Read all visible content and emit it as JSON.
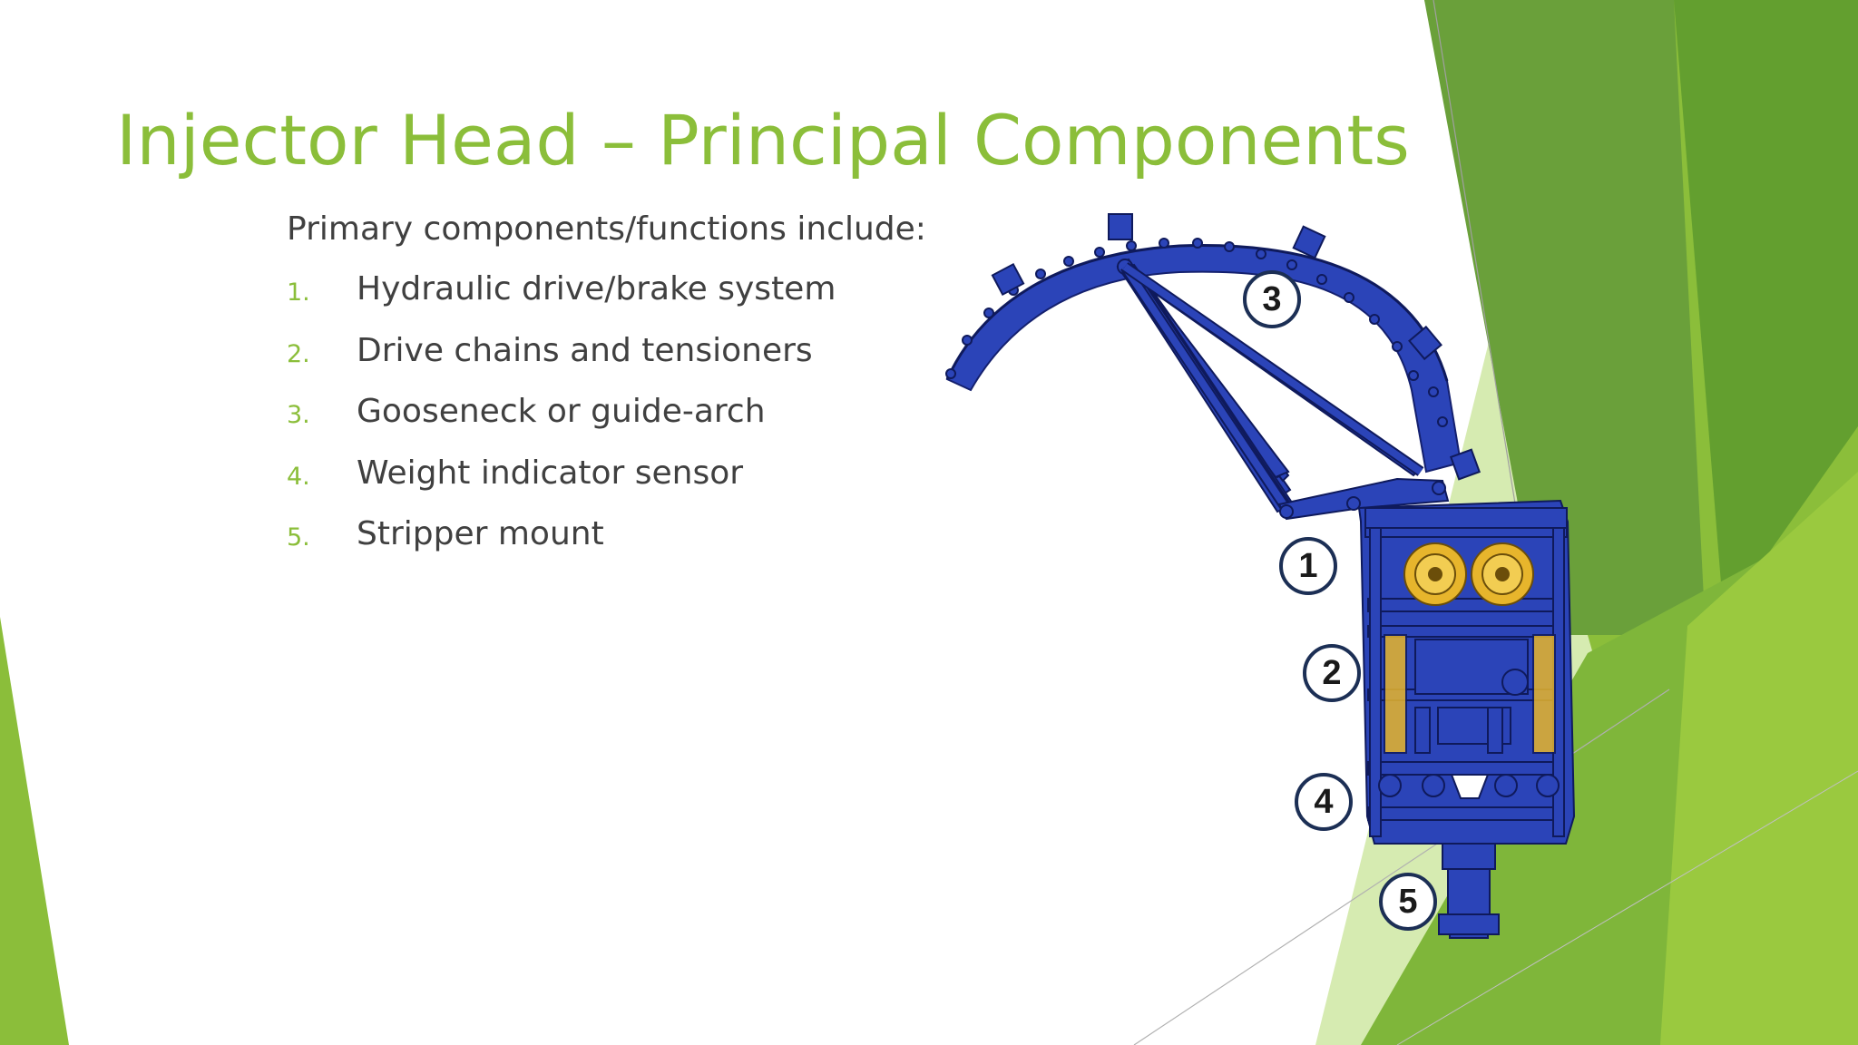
{
  "slide": {
    "title": "Injector Head – Principal Components",
    "intro": "Primary components/functions include:",
    "items": [
      {
        "number": "1.",
        "label": "Hydraulic drive/brake system"
      },
      {
        "number": "2.",
        "label": "Drive chains and tensioners"
      },
      {
        "number": "3.",
        "label": "Gooseneck or guide-arch"
      },
      {
        "number": "4.",
        "label": "Weight indicator sensor"
      },
      {
        "number": "5.",
        "label": "Stripper mount"
      }
    ],
    "callouts": [
      "1",
      "2",
      "3",
      "4",
      "5"
    ]
  },
  "colors": {
    "title": "#8bbe3a",
    "body_text": "#404040",
    "machine": "#2b44b8",
    "machine_outline": "#14206e",
    "sprocket": "#e7b52c",
    "accent_dark": "#5a9a2a",
    "accent_light": "#cfe6a4",
    "callout_ring": "#1c2f55"
  },
  "icons": [
    "injector-head-diagram"
  ]
}
